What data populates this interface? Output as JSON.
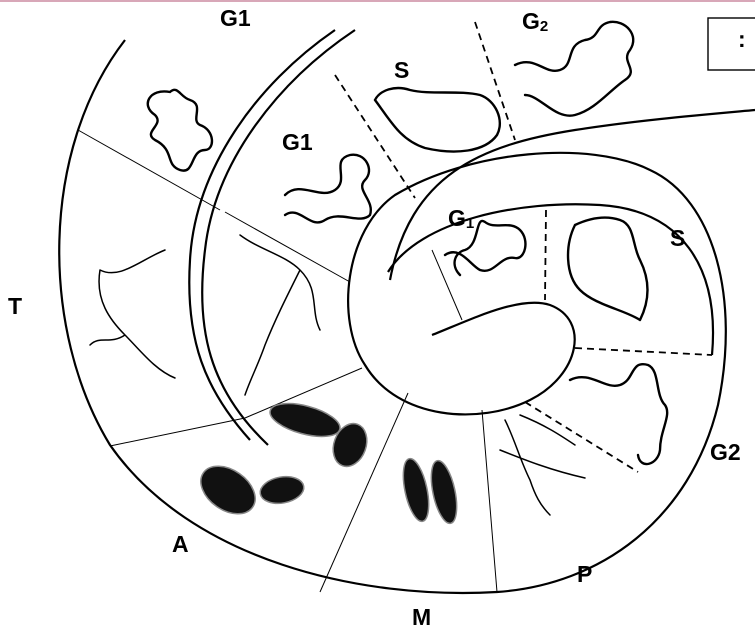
{
  "diagram": {
    "labels": {
      "g1_top": "G1",
      "g2_top_main": "G",
      "g2_top_sub": "2",
      "s_outer": "S",
      "g1_middle": "G1",
      "g1_inner_main": "G",
      "g1_inner_sub": "1",
      "s_inner": "S",
      "t": "T",
      "a": "A",
      "m": "M",
      "p": "P",
      "g2_right": "G2",
      "corner_box_fragment": ":"
    }
  }
}
